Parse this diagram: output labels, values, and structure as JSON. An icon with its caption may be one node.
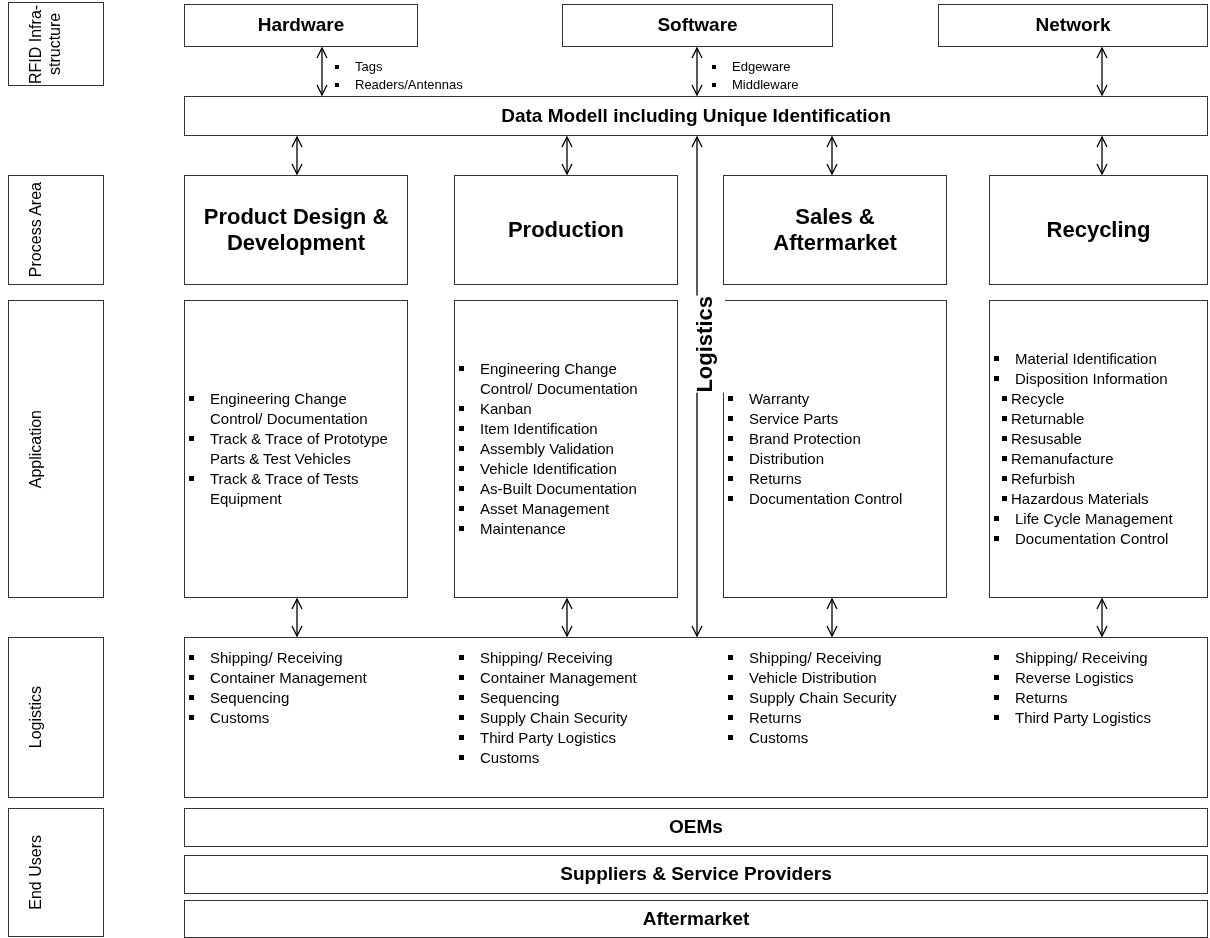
{
  "diagram": {
    "nodes": [
      {
        "text": [
          "RFID Infra- structure"
        ]
      },
      {
        "text": [
          "Process Area"
        ]
      },
      {
        "text": [
          "Application"
        ]
      },
      {
        "text": [
          "Logistics"
        ]
      },
      {
        "text": [
          "End Users"
        ]
      },
      {
        "text": [
          "Hardware"
        ]
      },
      {
        "text": [
          "Software"
        ]
      },
      {
        "text": [
          "Network"
        ]
      },
      {
        "text": [
          "Data Modell including Unique Identification"
        ]
      },
      {
        "text": [
          "Product Design & Development"
        ]
      },
      {
        "text": [
          "Production"
        ]
      },
      {
        "text": [
          "Sales & Aftermarket"
        ]
      },
      {
        "text": [
          "Recycling"
        ]
      },
      {
        "text": [
          "Engineering Change Control/ Documentation",
          "Track & Trace of Prototype Parts & Test Vehicles",
          "Track & Trace of Tests Equipment"
        ]
      },
      {
        "text": [
          "Engineering Change Control/ Documentation",
          "Kanban",
          "Item Identification",
          "Assembly Validation",
          "Vehicle Identification",
          "As-Built Documentation",
          "Asset Management",
          "Maintenance"
        ]
      },
      {
        "text": [
          "Warranty",
          "Service Parts",
          "Brand Protection",
          "Distribution",
          "Returns",
          "Documentation Control"
        ]
      },
      {
        "text": [
          "Material Identification",
          "Disposition Information",
          "Recycle",
          "Returnable",
          "Resusable",
          "Remanufacture",
          "Refurbish",
          "Hazardous Materials",
          "Life Cycle Management",
          "Documentation Control"
        ]
      },
      {
        "text": [
          "Shipping/ Receiving",
          "Container Management",
          "Sequencing",
          "Customs",
          "Shipping/ Receiving",
          "Container Management",
          "Sequencing",
          "Supply Chain Security",
          "Third Party Logistics",
          "Customs",
          "Shipping/ Receiving",
          "Vehicle Distribution",
          "Supply Chain Security",
          "Returns",
          "Customs",
          "Shipping/ Receiving",
          "Reverse Logistics",
          "Returns",
          "Third Party Logistics"
        ]
      },
      {
        "text": [
          "OEMs"
        ]
      },
      {
        "text": [
          "Suppliers & Service Providers"
        ]
      },
      {
        "text": [
          "Aftermarket"
        ]
      }
    ],
    "edges": [
      {
        "from": 5,
        "to": 8,
        "arrow": "both"
      },
      {
        "from": 6,
        "to": 8,
        "arrow": "both"
      },
      {
        "from": 7,
        "to": 8,
        "arrow": "both"
      },
      {
        "from": 8,
        "to": 9,
        "arrow": "both"
      },
      {
        "from": 8,
        "to": 10,
        "arrow": "both"
      },
      {
        "from": 8,
        "to": 11,
        "arrow": "both"
      },
      {
        "from": 8,
        "to": 12,
        "arrow": "both"
      },
      {
        "from": 13,
        "to": 17,
        "arrow": "both"
      },
      {
        "from": 14,
        "to": 17,
        "arrow": "both"
      },
      {
        "from": 15,
        "to": 17,
        "arrow": "both"
      },
      {
        "from": 16,
        "to": 17,
        "arrow": "both"
      },
      {
        "from": 8,
        "to": 17,
        "arrow": "both",
        "label": "Logistics"
      }
    ],
    "labels": [
      "Tags",
      "Readers/Antennas",
      "Edgeware",
      "Middleware"
    ]
  }
}
